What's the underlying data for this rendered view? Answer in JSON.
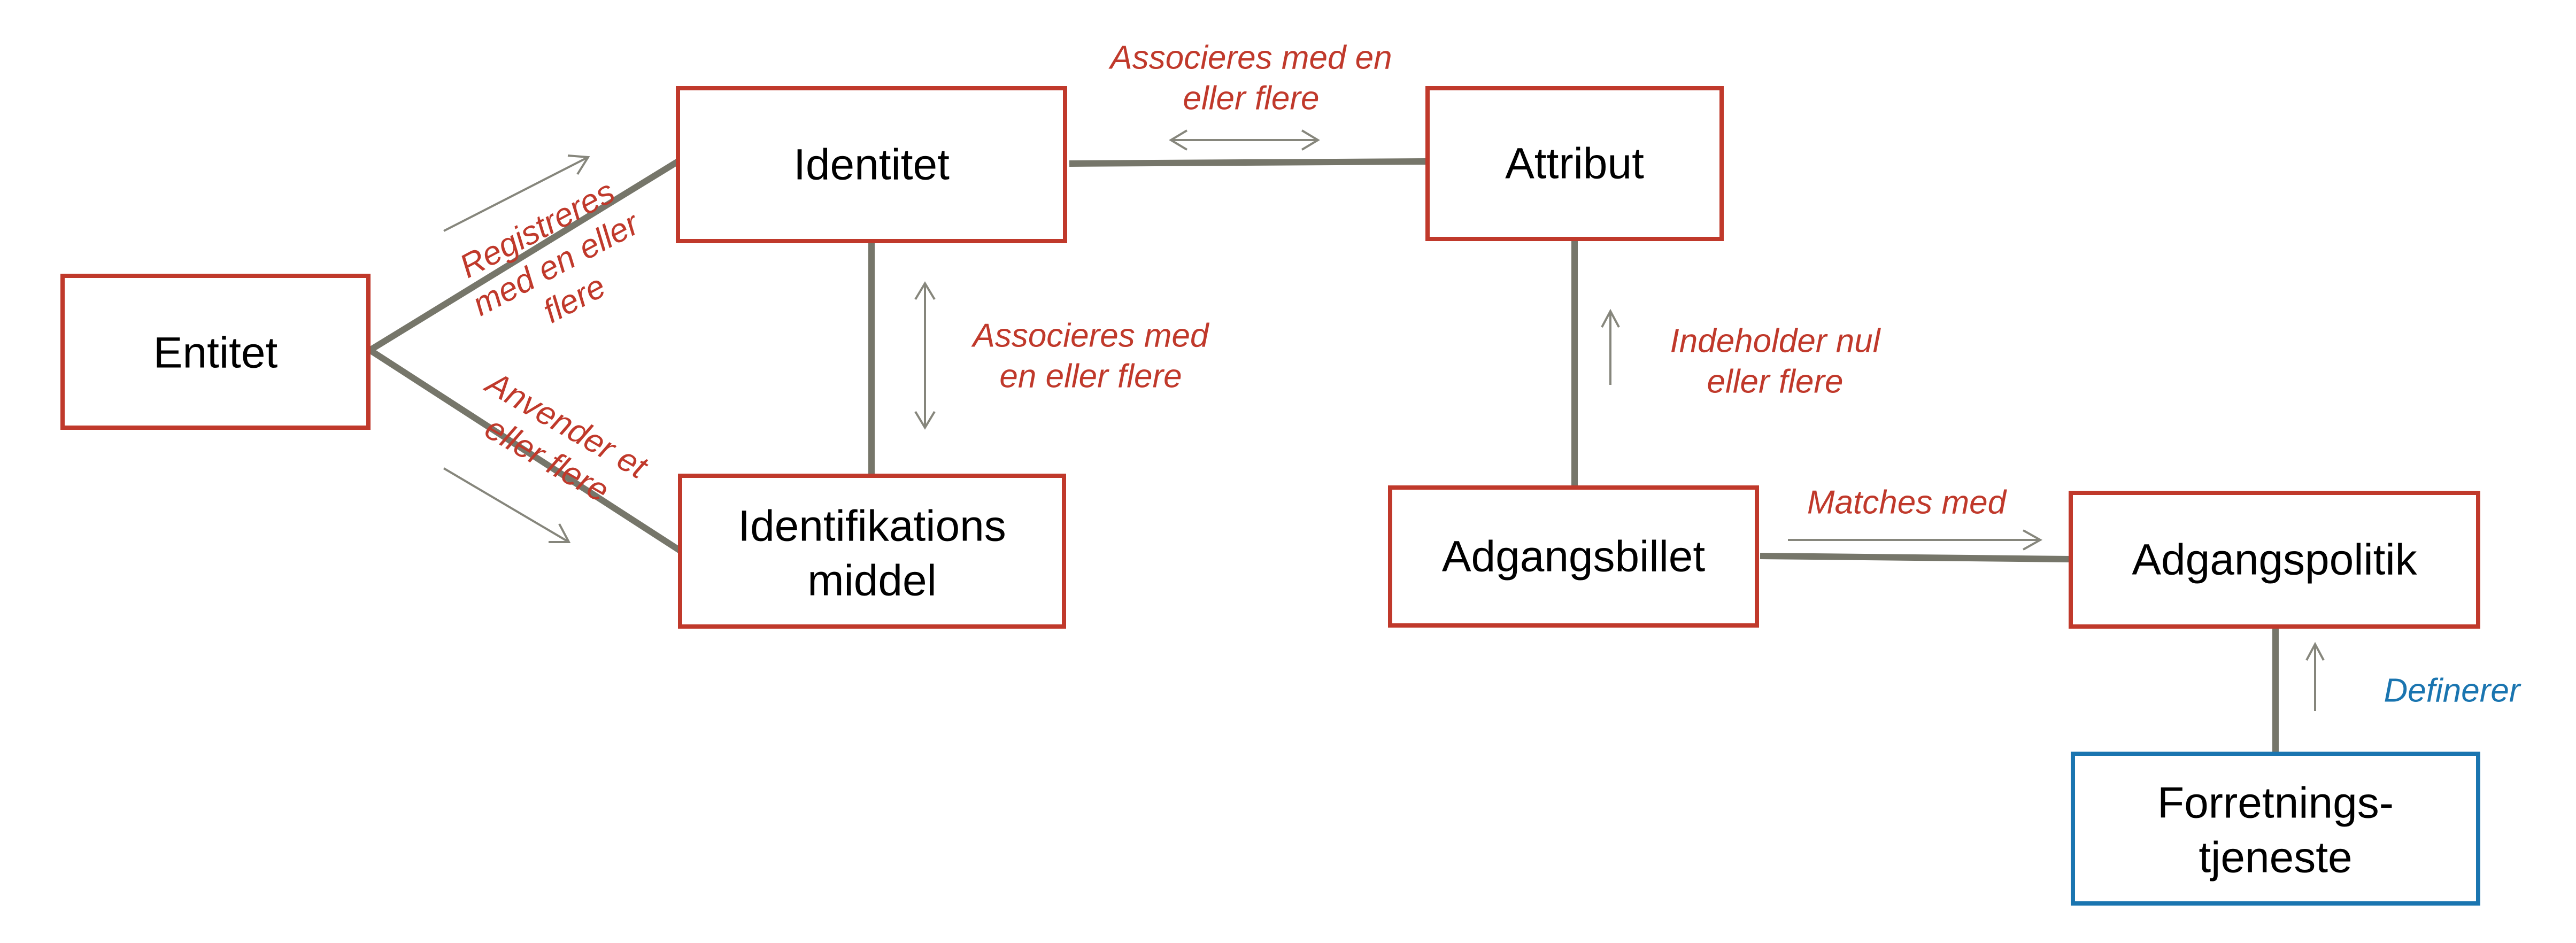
{
  "colors": {
    "box_red": "#c0392b",
    "box_blue": "#1a75b0",
    "connector": "#76766a",
    "arrow": "#86867c",
    "label_red": "#c0392b",
    "label_blue": "#1a75b0"
  },
  "boxes": {
    "entitet": [
      "Entitet"
    ],
    "identitet": [
      "Identitet"
    ],
    "attribut": [
      "Attribut"
    ],
    "identifikationsmiddel": [
      "Identifikations",
      "middel"
    ],
    "adgangsbillet": [
      "Adgangsbillet"
    ],
    "adgangspolitik": [
      "Adgangspolitik"
    ],
    "forretningstjeneste": [
      "Forretnings-",
      "tjeneste"
    ]
  },
  "labels": {
    "registreres": [
      "Registreres",
      "med en eller",
      "flere"
    ],
    "anvender": [
      "Anvender et",
      "eller flere"
    ],
    "associeres_top": [
      "Associeres med en",
      "eller flere"
    ],
    "associeres_mid": [
      "Associeres med",
      "en eller flere"
    ],
    "indeholder": [
      "Indeholder nul",
      "eller flere"
    ],
    "matches": [
      "Matches med"
    ],
    "definerer": [
      "Definerer"
    ]
  }
}
